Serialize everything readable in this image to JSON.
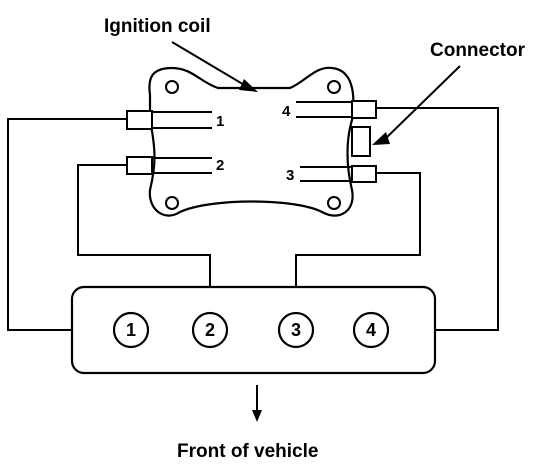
{
  "labels": {
    "ignition_coil": "Ignition coil",
    "connector": "Connector",
    "front_of_vehicle": "Front of vehicle"
  },
  "coil_terminals": [
    "1",
    "2",
    "3",
    "4"
  ],
  "cylinders": [
    "1",
    "2",
    "3",
    "4"
  ]
}
